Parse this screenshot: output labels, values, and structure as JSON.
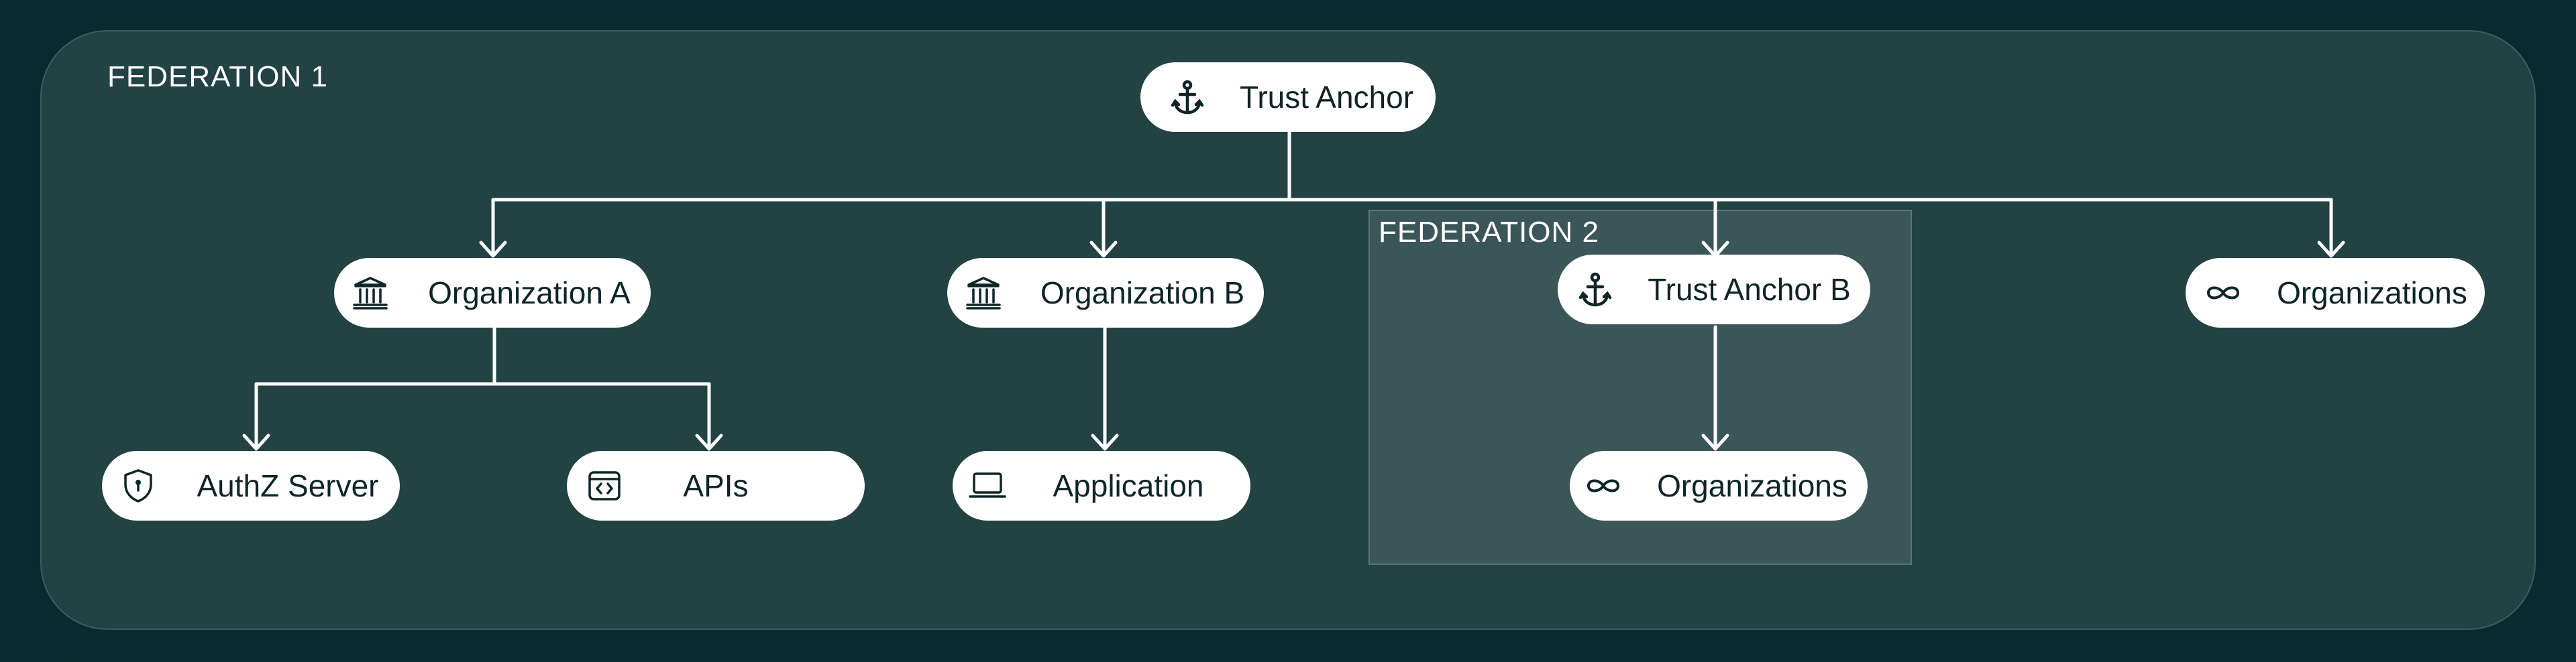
{
  "federation_1": {
    "label": "FEDERATION 1"
  },
  "federation_2": {
    "label": "FEDERATION 2"
  },
  "nodes": {
    "trust_anchor": {
      "label": "Trust Anchor",
      "icon": "anchor-icon"
    },
    "organization_a": {
      "label": "Organization A",
      "icon": "institution-icon"
    },
    "organization_b": {
      "label": "Organization B",
      "icon": "institution-icon"
    },
    "trust_anchor_b": {
      "label": "Trust Anchor B",
      "icon": "anchor-icon"
    },
    "organizations_right": {
      "label": "Organizations",
      "icon": "infinity-icon"
    },
    "authz_server": {
      "label": "AuthZ Server",
      "icon": "shield-icon"
    },
    "apis": {
      "label": "APIs",
      "icon": "code-window-icon"
    },
    "application": {
      "label": "Application",
      "icon": "laptop-icon"
    },
    "organizations_fed2": {
      "label": "Organizations",
      "icon": "infinity-icon"
    }
  },
  "edges": [
    {
      "from": "Trust Anchor",
      "to": "Organization A"
    },
    {
      "from": "Trust Anchor",
      "to": "Organization B"
    },
    {
      "from": "Trust Anchor",
      "to": "Trust Anchor B"
    },
    {
      "from": "Trust Anchor",
      "to": "Organizations"
    },
    {
      "from": "Organization A",
      "to": "AuthZ Server"
    },
    {
      "from": "Organization A",
      "to": "APIs"
    },
    {
      "from": "Organization B",
      "to": "Application"
    },
    {
      "from": "Trust Anchor B",
      "to": "Organizations"
    }
  ],
  "colors": {
    "outer_background": "#0b2a2f",
    "federation_1_fill": "#224244",
    "federation_2_fill": "#3b5659",
    "node_fill": "#ffffff",
    "node_text": "#0e2528",
    "connector": "#ffffff"
  }
}
